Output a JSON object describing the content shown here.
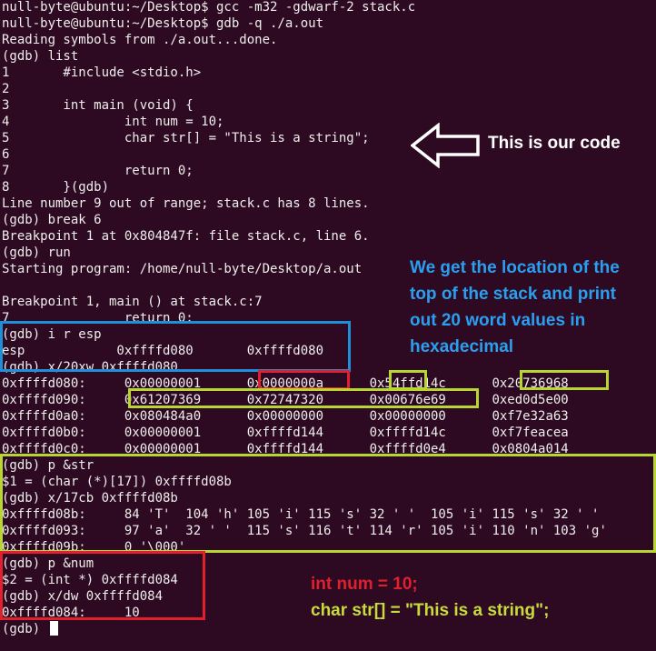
{
  "colors": {
    "background": "#2e0a22",
    "text": "#eeeeec",
    "blue_box": "#1f8fd8",
    "red_box": "#e0212d",
    "green_box": "#b8d632",
    "annotation_blue": "#2a9ff0",
    "annotation_red": "#e0212d",
    "annotation_green": "#c7dc3a",
    "annotation_white": "#ffffff"
  },
  "terminal": {
    "lines": [
      "null-byte@ubuntu:~/Desktop$ gcc -m32 -gdwarf-2 stack.c",
      "null-byte@ubuntu:~/Desktop$ gdb -q ./a.out",
      "Reading symbols from ./a.out...done.",
      "(gdb) list",
      "1       #include <stdio.h>",
      "2",
      "3       int main (void) {",
      "4               int num = 10;",
      "5               char str[] = \"This is a string\";",
      "6",
      "7               return 0;",
      "8       }(gdb)",
      "Line number 9 out of range; stack.c has 8 lines.",
      "(gdb) break 6",
      "Breakpoint 1 at 0x804847f: file stack.c, line 6.",
      "(gdb) run",
      "Starting program: /home/null-byte/Desktop/a.out",
      "",
      "Breakpoint 1, main () at stack.c:7",
      "7               return 0;",
      "(gdb) i r esp",
      "esp            0xffffd080       0xffffd080",
      "(gdb) x/20xw 0xffffd080",
      "0xffffd080:     0x00000001      0x0000000a      0x54ffd14c      0x20736968",
      "0xffffd090:     0x61207369      0x72747320      0x00676e69      0xed0d5e00",
      "0xffffd0a0:     0x080484a0      0x00000000      0x00000000      0xf7e32a63",
      "0xffffd0b0:     0x00000001      0xffffd144      0xffffd14c      0xf7feacea",
      "0xffffd0c0:     0x00000001      0xffffd144      0xffffd0e4      0x0804a014",
      "(gdb) p &str",
      "$1 = (char (*)[17]) 0xffffd08b",
      "(gdb) x/17cb 0xffffd08b",
      "0xffffd08b:     84 'T'  104 'h' 105 'i' 115 's' 32 ' '  105 'i' 115 's' 32 ' '",
      "0xffffd093:     97 'a'  32 ' '  115 's' 116 't' 114 'r' 105 'i' 110 'n' 103 'g'",
      "0xffffd09b:     0 '\\000'",
      "(gdb) p &num",
      "$2 = (int *) 0xffffd084",
      "(gdb) x/dw 0xffffd084",
      "0xffffd084:     10",
      "(gdb) "
    ]
  },
  "annotations": {
    "code_label": "This is our code",
    "stack_note": "We get the location of the\ntop of the stack and print\nout 20 word values in\nhexadecimal",
    "num_decl": "int num = 10;",
    "str_decl": "char str[] = \"This is a string\";"
  },
  "icons": {
    "arrow": "left-arrow-outline-icon",
    "cursor": "block-cursor"
  }
}
